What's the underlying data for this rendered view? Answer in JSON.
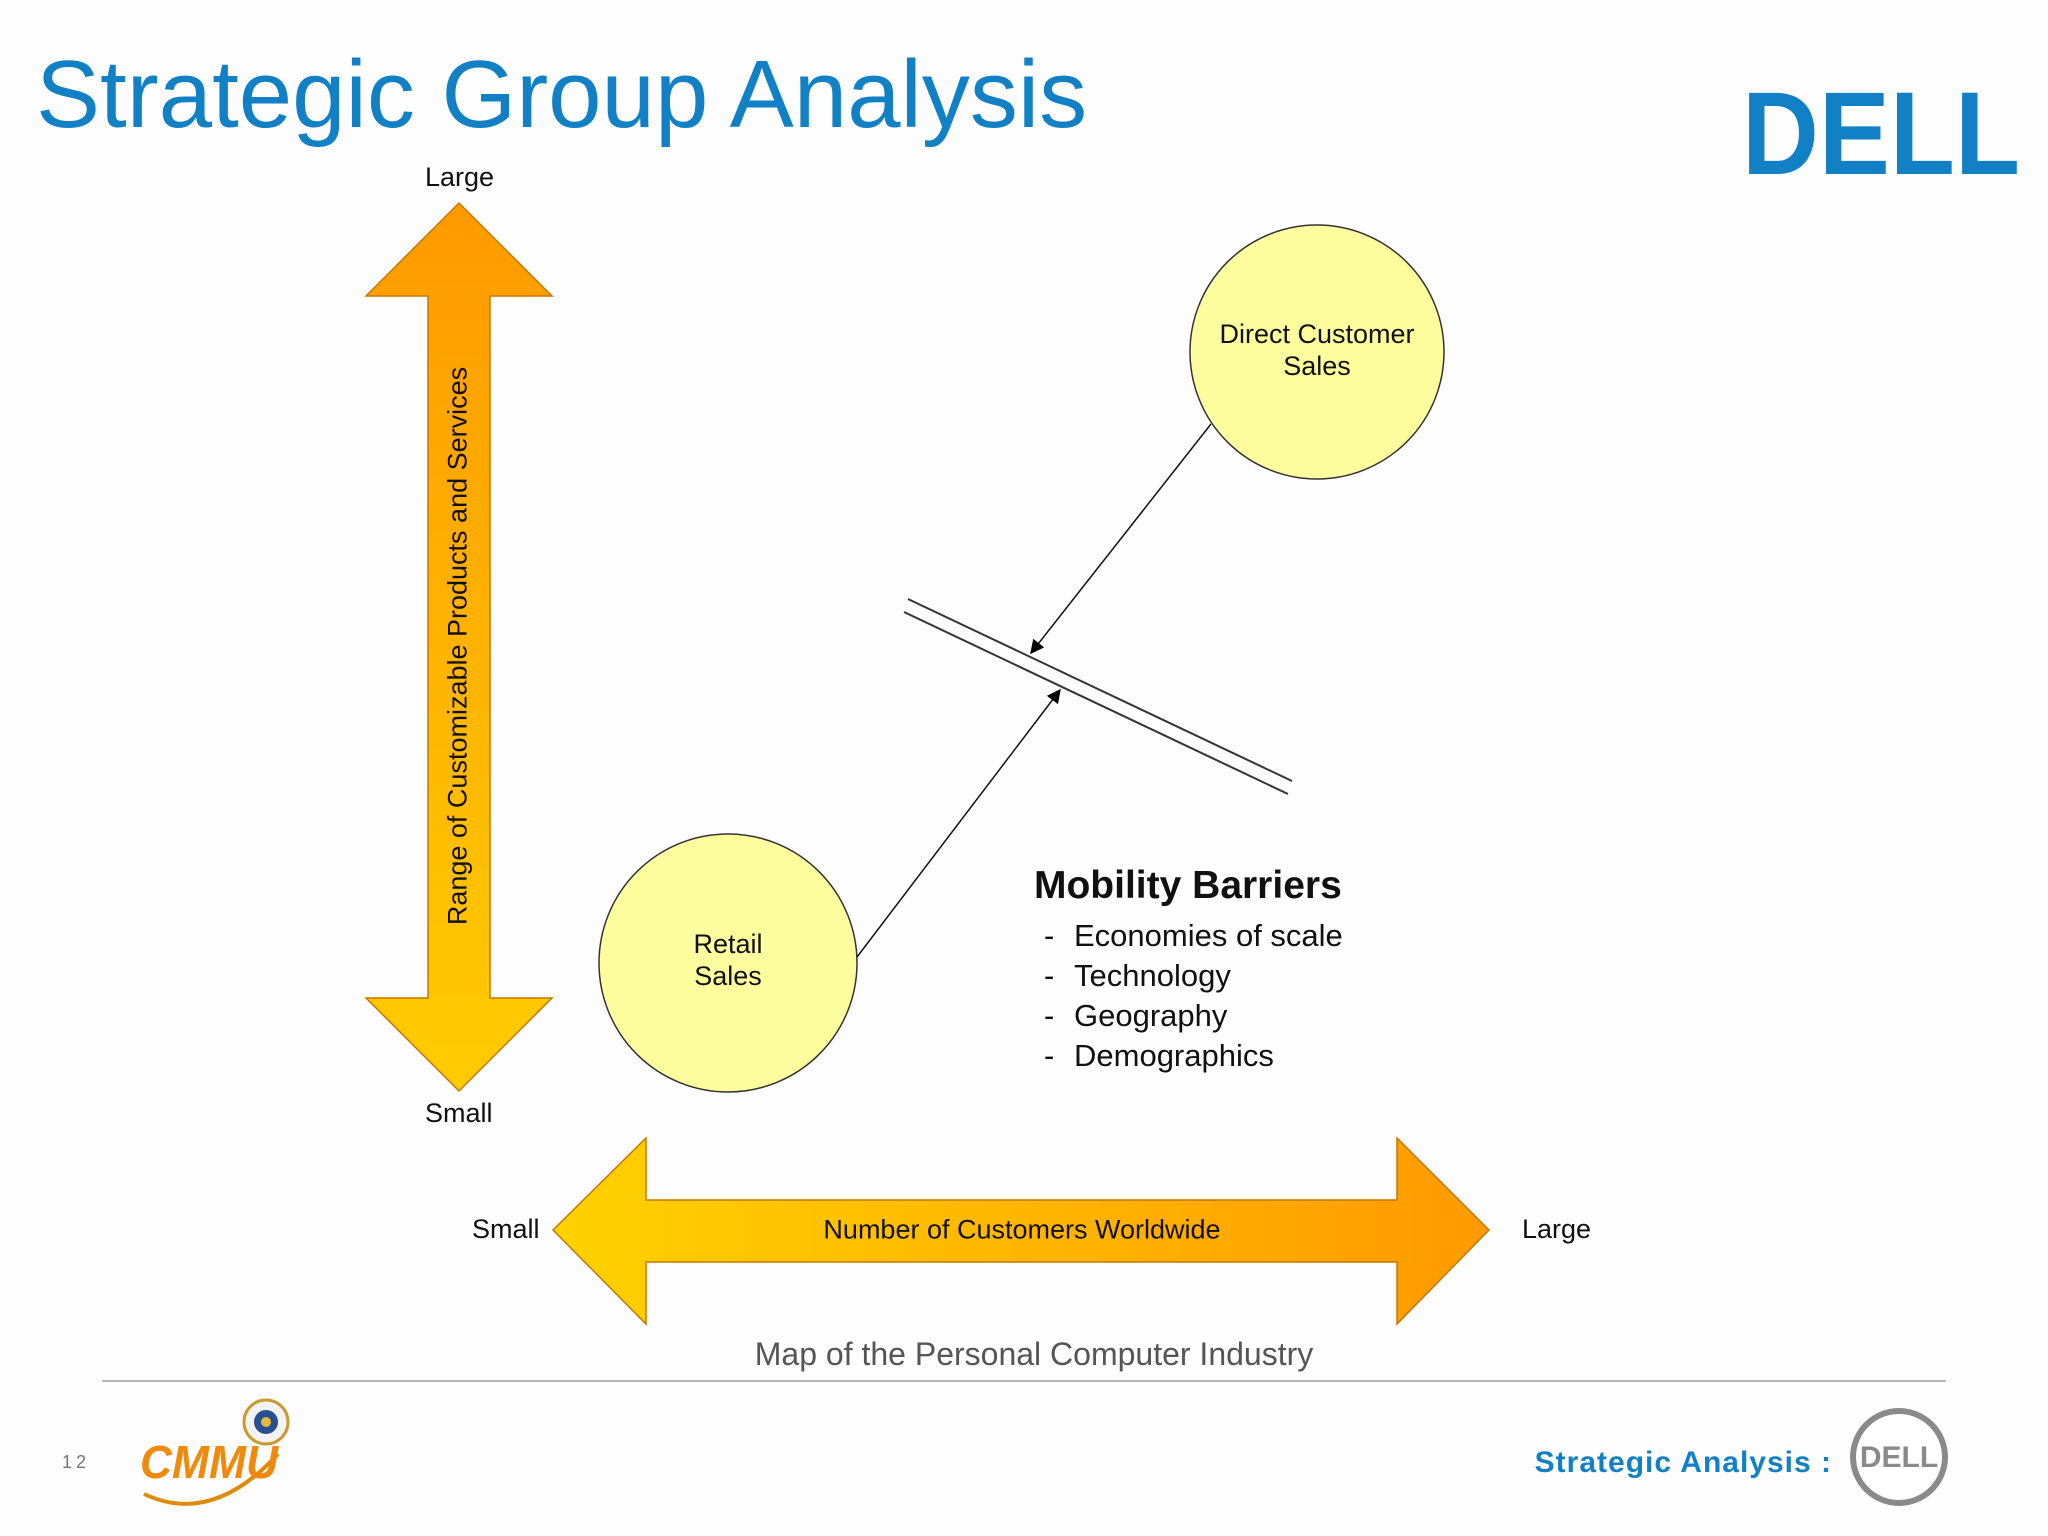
{
  "slide": {
    "title": "Strategic Group Analysis",
    "page_number": "12",
    "caption": "Map of the Personal Computer Industry",
    "brand_color": "#1180c4"
  },
  "logos": {
    "top_right": "DELL",
    "footer_left": "CMMU",
    "footer_right": "DELL"
  },
  "vertical_axis": {
    "title": "Range of Customizable Products and Services",
    "top_label": "Large",
    "bottom_label": "Small"
  },
  "horizontal_axis": {
    "title": "Number of Customers Worldwide",
    "left_label": "Small",
    "right_label": "Large"
  },
  "groups": [
    {
      "label": "Direct Customer\nSales"
    },
    {
      "label": "Retail\nSales"
    }
  ],
  "barriers": {
    "title": "Mobility Barriers",
    "items": [
      "Economies of scale",
      "Technology",
      "Geography",
      "Demographics"
    ]
  },
  "footer": {
    "text": "Strategic Analysis :"
  },
  "colors": {
    "arrow_light": "#ffd200",
    "arrow_dark": "#ff9a00",
    "circle_fill": "#fefe9e",
    "title_blue": "#1180c4"
  }
}
